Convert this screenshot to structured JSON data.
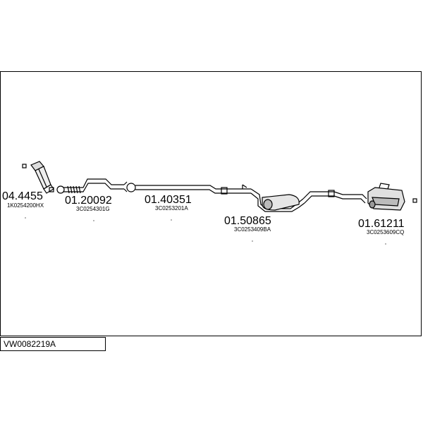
{
  "document_code": "VW0082219A",
  "parts": [
    {
      "number": "04.4455",
      "oe_code": "1K0254200HX"
    },
    {
      "number": "01.20092",
      "oe_code": "3C0254301G"
    },
    {
      "number": "01.40351",
      "oe_code": "3C0253201A"
    },
    {
      "number": "01.50865",
      "oe_code": "3C0253409BA"
    },
    {
      "number": "01.61211",
      "oe_code": "3C0253609CQ"
    }
  ]
}
